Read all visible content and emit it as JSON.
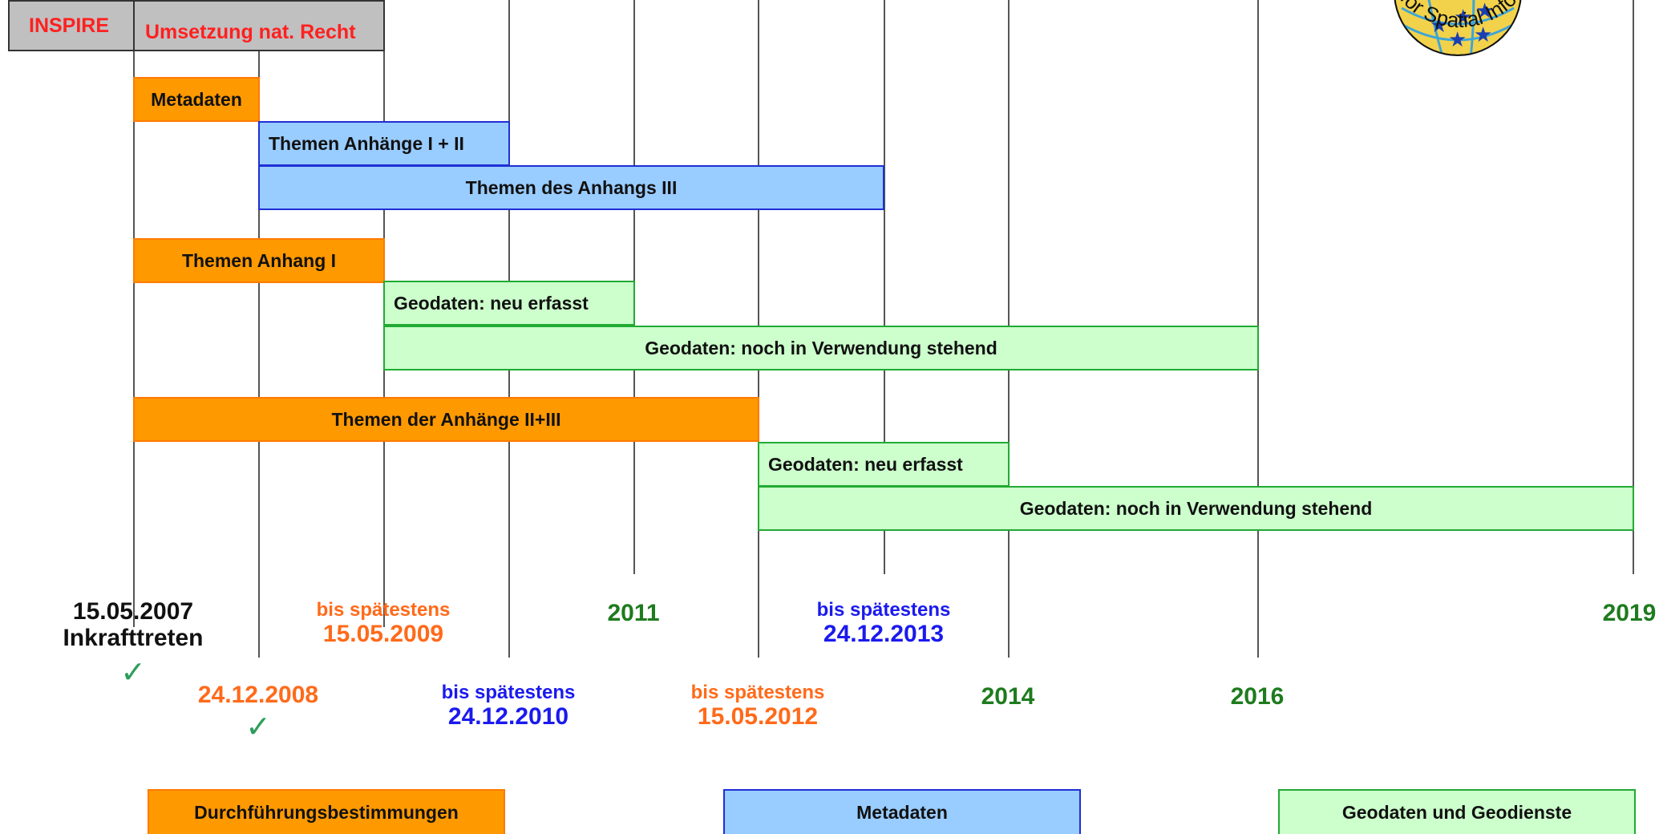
{
  "header": {
    "inspire": "INSPIRE",
    "umsetzung": "Umsetzung nat. Recht"
  },
  "bars": {
    "metadaten_orange": "Metadaten",
    "themen_anhaenge_1_2": "Themen Anhänge I + II",
    "themen_anhang_3": "Themen des Anhangs III",
    "themen_anhang_1": "Themen Anhang I",
    "geo_neu_1": "Geodaten: neu erfasst",
    "geo_verwendung_1": "Geodaten: noch in Verwendung stehend",
    "themen_anhaenge_2_3": "Themen der Anhänge II+III",
    "geo_neu_2": "Geodaten: neu erfasst",
    "geo_verwendung_2": "Geodaten: noch in Verwendung stehend"
  },
  "milestones": {
    "m2007_date": "15.05.2007",
    "m2007_label": "Inkrafttreten",
    "m2008_date": "24.12.2008",
    "m2009_prefix": "bis spätestens",
    "m2009_date": "15.05.2009",
    "m2010_prefix": "bis spätestens",
    "m2010_date": "24.12.2010",
    "y2011": "2011",
    "m2012_prefix": "bis spätestens",
    "m2012_date": "15.05.2012",
    "m2013_prefix": "bis spätestens",
    "m2013_date": "24.12.2013",
    "y2014": "2014",
    "y2016": "2016",
    "y2019": "2019",
    "check_mark": "✓"
  },
  "legend": {
    "orange": "Durchführungsbestimmungen",
    "blue": "Metadaten",
    "green": "Geodaten und Geodienste"
  },
  "colors": {
    "orange": "#ff9900",
    "blue": "#99ccff",
    "green": "#ccffcc",
    "header_grey": "#c0c0c0",
    "text_red": "#ff2020",
    "text_orange": "#ff6a1a",
    "text_blue": "#1a1aee",
    "text_green": "#1e7b1e"
  },
  "logo": {
    "arc_text": "cture for Spatial Information i",
    "icon": "inspire-logo-icon"
  }
}
